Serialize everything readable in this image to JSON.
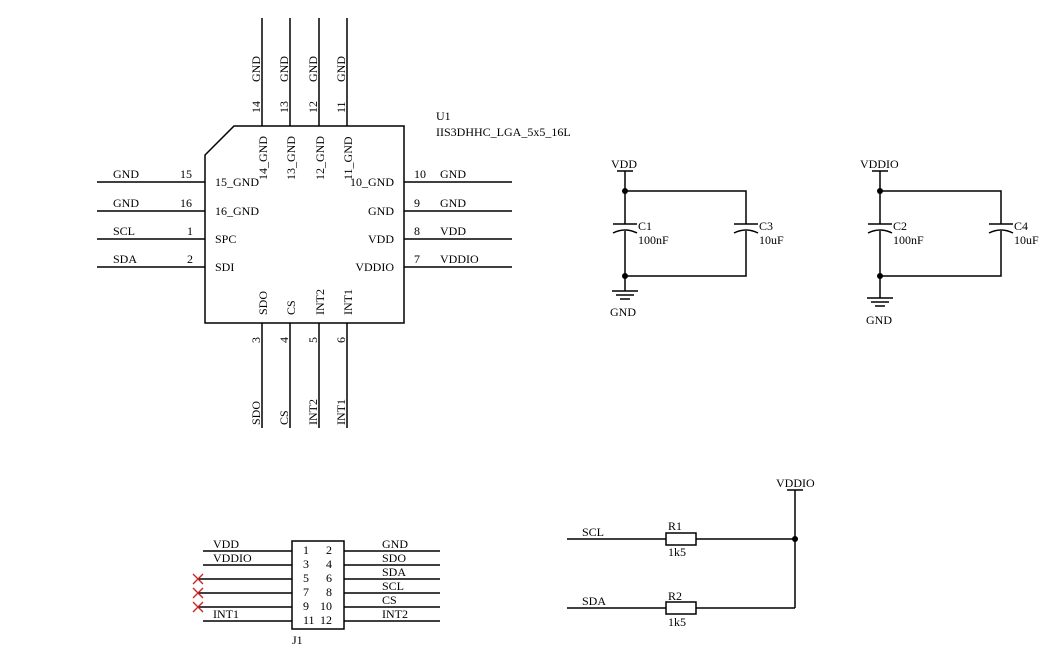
{
  "u1": {
    "refdes": "U1",
    "part": "IIS3DHHC_LGA_5x5_16L",
    "left_pins": [
      {
        "net": "GND",
        "num": "15",
        "name": "15_GND"
      },
      {
        "net": "GND",
        "num": "16",
        "name": "16_GND"
      },
      {
        "net": "SCL",
        "num": "1",
        "name": "SPC"
      },
      {
        "net": "SDA",
        "num": "2",
        "name": "SDI"
      }
    ],
    "right_pins": [
      {
        "name": "10_GND",
        "num": "10",
        "net": "GND"
      },
      {
        "name": "GND",
        "num": "9",
        "net": "GND"
      },
      {
        "name": "VDD",
        "num": "8",
        "net": "VDD"
      },
      {
        "name": "VDDIO",
        "num": "7",
        "net": "VDDIO"
      }
    ],
    "top_pins": [
      {
        "net": "GND",
        "num": "14",
        "name": "14_GND"
      },
      {
        "net": "GND",
        "num": "13",
        "name": "13_GND"
      },
      {
        "net": "GND",
        "num": "12",
        "name": "12_GND"
      },
      {
        "net": "GND",
        "num": "11",
        "name": "11_GND"
      }
    ],
    "bottom_pins": [
      {
        "name": "SDO",
        "num": "3",
        "net": "SDO"
      },
      {
        "name": "CS",
        "num": "4",
        "net": "CS"
      },
      {
        "name": "INT2",
        "num": "5",
        "net": "INT2"
      },
      {
        "name": "INT1",
        "num": "6",
        "net": "INT1"
      }
    ]
  },
  "decoupling_vdd": {
    "supply": "VDD",
    "ground": "GND",
    "c_small": {
      "ref": "C1",
      "value": "100nF"
    },
    "c_big": {
      "ref": "C3",
      "value": "10uF"
    }
  },
  "decoupling_vddio": {
    "supply": "VDDIO",
    "ground": "GND",
    "c_small": {
      "ref": "C2",
      "value": "100nF"
    },
    "c_big": {
      "ref": "C4",
      "value": "10uF"
    }
  },
  "j1": {
    "refdes": "J1",
    "left": [
      {
        "net": "VDD",
        "pin": "1"
      },
      {
        "net": "VDDIO",
        "pin": "3"
      },
      {
        "net": "",
        "pin": "5"
      },
      {
        "net": "",
        "pin": "7"
      },
      {
        "net": "",
        "pin": "9"
      },
      {
        "net": "INT1",
        "pin": "11"
      }
    ],
    "right": [
      {
        "pin": "2",
        "net": "GND"
      },
      {
        "pin": "4",
        "net": "SDO"
      },
      {
        "pin": "6",
        "net": "SDA"
      },
      {
        "pin": "8",
        "net": "SCL"
      },
      {
        "pin": "10",
        "net": "CS"
      },
      {
        "pin": "12",
        "net": "INT2"
      }
    ]
  },
  "pullups": {
    "supply": "VDDIO",
    "r1": {
      "net": "SCL",
      "ref": "R1",
      "value": "1k5"
    },
    "r2": {
      "net": "SDA",
      "ref": "R2",
      "value": "1k5"
    }
  },
  "colors": {
    "wire": "#000000",
    "no_connect": "#cc2222"
  }
}
